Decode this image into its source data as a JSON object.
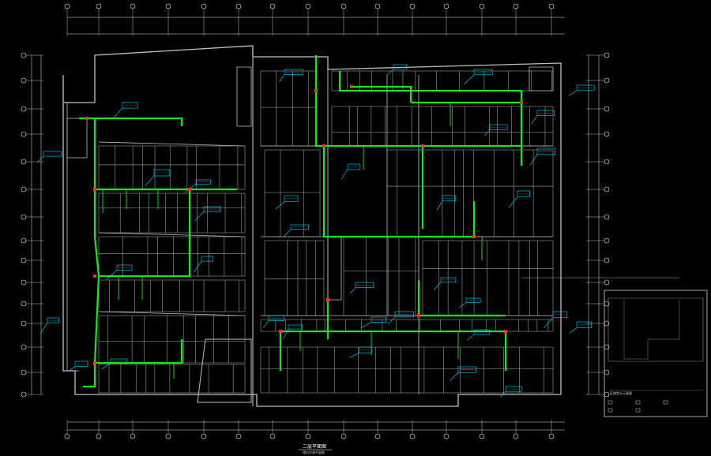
{
  "drawing": {
    "title": "二层平面图",
    "subtitle": "通风空调平面图",
    "inset_label": "区域划分示意图",
    "colors": {
      "background": "#000000",
      "walls": "#bfbfbf",
      "grid": "#e6e6e6",
      "duct": "#19e619",
      "annotation": "#00d8ff",
      "equipment": "#ff2a2a",
      "title": "#ffffff"
    }
  }
}
